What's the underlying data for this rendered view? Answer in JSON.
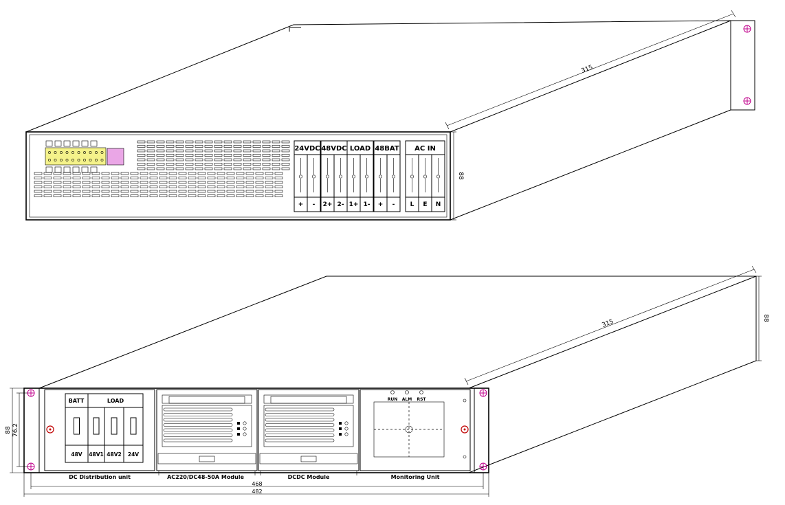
{
  "top_view": {
    "dim_depth": "315",
    "dim_height": "88",
    "terminals": [
      {
        "title": "24VDC",
        "pins": [
          "+",
          "-"
        ]
      },
      {
        "title": "48VDC",
        "pins": [
          "2+",
          "2-"
        ]
      },
      {
        "title": "LOAD",
        "pins": [
          "1+",
          "1-"
        ]
      },
      {
        "title": "48BAT",
        "pins": [
          "+",
          "-"
        ]
      },
      {
        "title": "AC  IN",
        "pins": [
          "L",
          "E",
          "N"
        ]
      }
    ]
  },
  "front_view": {
    "dim_depth": "315",
    "dim_height_right": "88",
    "dim_height_outer": "88",
    "dim_height_inner": "76.2",
    "dim_width_inner": "468",
    "dim_width_outer": "482",
    "dc_panel": {
      "batt_label": "BATT",
      "load_label": "LOAD",
      "breakers": [
        "48V",
        "48V1",
        "48V2",
        "24V"
      ]
    },
    "monitor_indicators": [
      "RUN",
      "ALM",
      "RST"
    ],
    "units": [
      "DC Distribution unit",
      "AC220/DC48-50A Module",
      "DCDC Module",
      "Monitoring Unit"
    ]
  },
  "colors": {
    "line": "#000000",
    "mounting_hole": "#c0008c",
    "panel_screw": "#c00000",
    "connector_fill": "#f4f28a"
  }
}
